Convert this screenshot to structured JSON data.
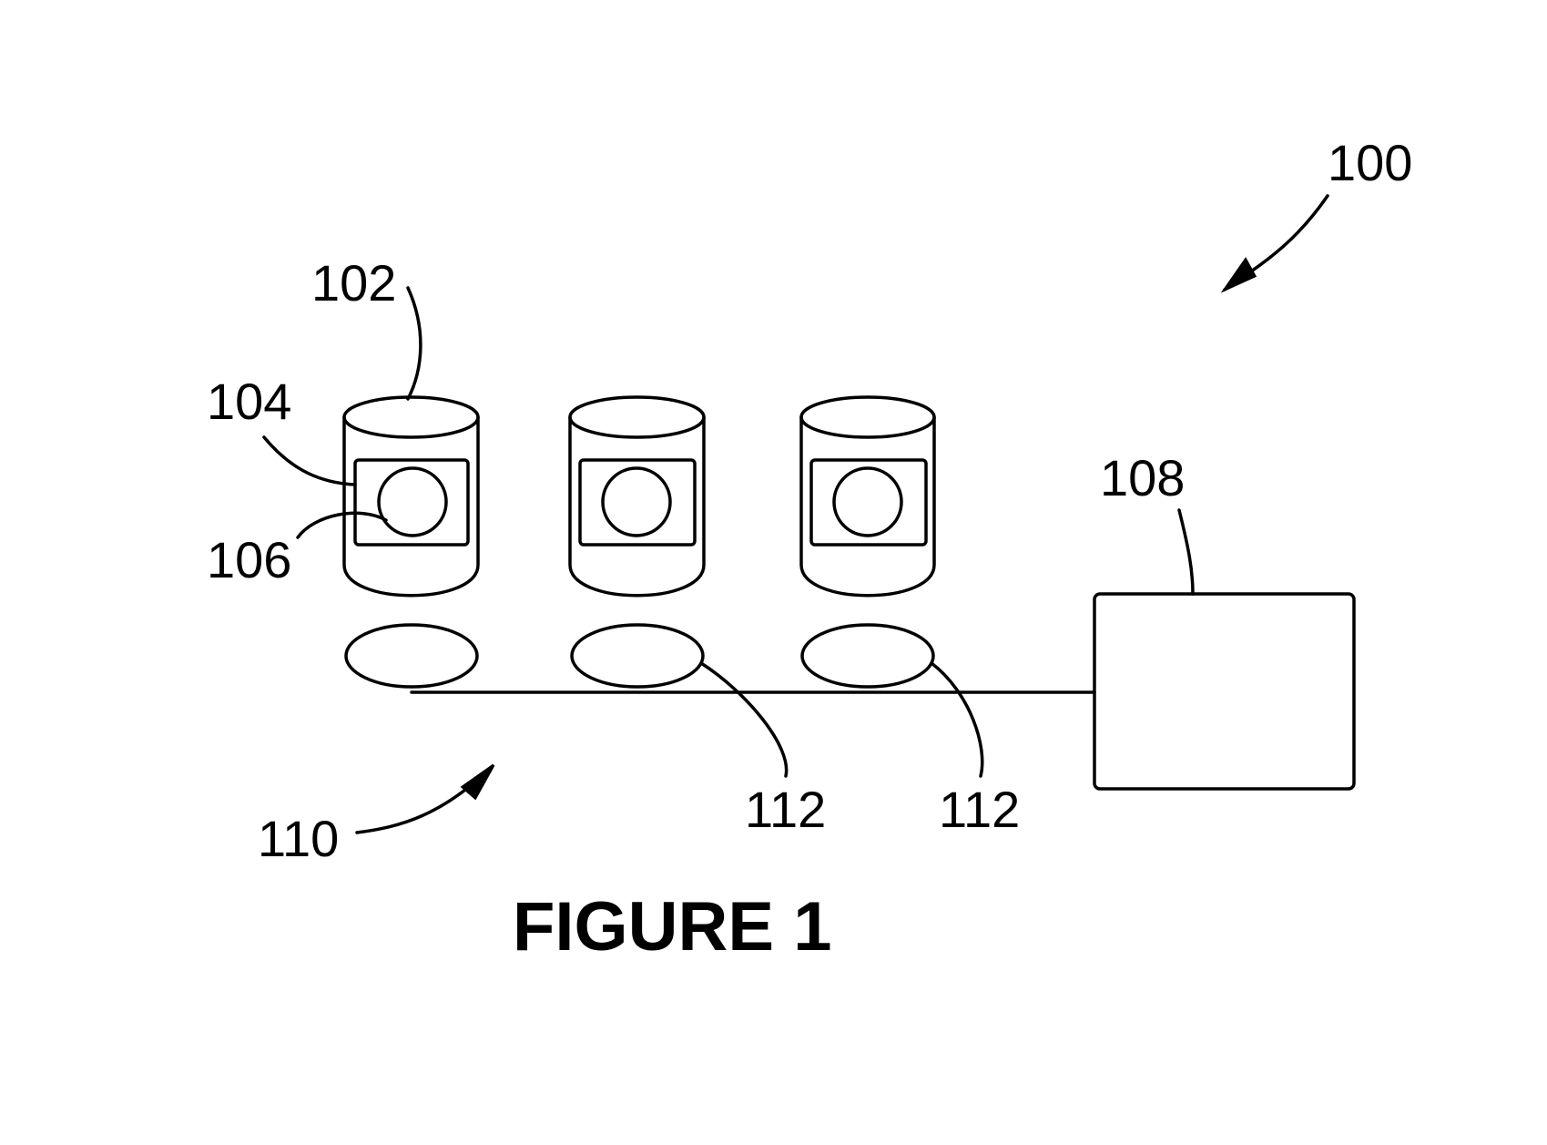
{
  "figure": {
    "caption": "FIGURE 1",
    "labels": {
      "system": "100",
      "container": "102",
      "tag": "104",
      "tag_element": "106",
      "reader": "108",
      "network": "110",
      "antenna_a": "112",
      "antenna_b": "112"
    }
  }
}
